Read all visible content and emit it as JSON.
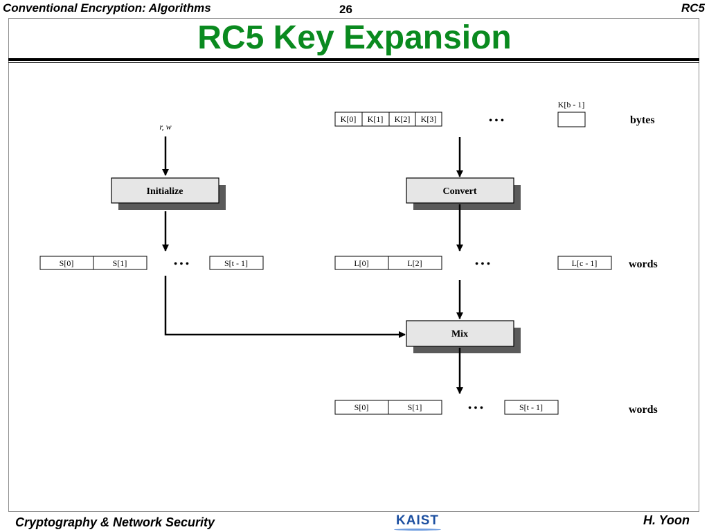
{
  "header": {
    "left": "Conventional Encryption: Algorithms",
    "page_number": "26",
    "right": "RC5"
  },
  "title": "RC5 Key Expansion",
  "diagram": {
    "inputs": {
      "rw": "r, w"
    },
    "boxes": {
      "initialize": "Initialize",
      "convert": "Convert",
      "mix": "Mix"
    },
    "key_bytes": [
      "K[0]",
      "K[1]",
      "K[2]",
      "K[3]"
    ],
    "key_last": "K[b - 1]",
    "s_init": [
      "S[0]",
      "S[1]"
    ],
    "s_init_last": "S[t - 1]",
    "l_words": [
      "L[0]",
      "L[2]"
    ],
    "l_last": "L[c - 1]",
    "s_final": [
      "S[0]",
      "S[1]"
    ],
    "s_final_last": "S[t - 1]",
    "row_labels": {
      "bytes": "bytes",
      "words_mid": "words",
      "words_bottom": "words"
    },
    "ellipsis": "• • •"
  },
  "footer": {
    "left": "Cryptography & Network Security",
    "logo": "KAIST",
    "right": "H. Yoon"
  }
}
